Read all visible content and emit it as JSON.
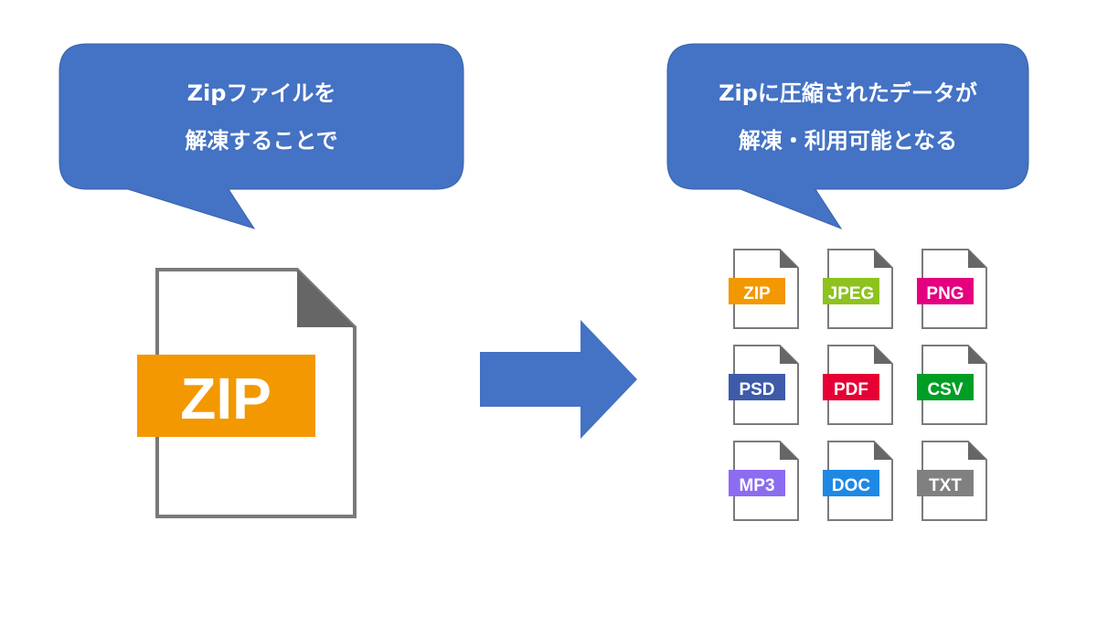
{
  "left_bubble": {
    "lines": [
      "Zipファイルを",
      "解凍することで"
    ]
  },
  "right_bubble": {
    "lines": [
      "Zipに圧縮されたデータが",
      "解凍・利用可能となる"
    ]
  },
  "big_file": {
    "label": "ZIP",
    "color": "#F39800"
  },
  "bubble_color": "#4472C4",
  "arrow_color": "#4472C4",
  "file_icons": [
    {
      "label": "ZIP",
      "color": "#F39800"
    },
    {
      "label": "JPEG",
      "color": "#8DC21F"
    },
    {
      "label": "PNG",
      "color": "#E4007F"
    },
    {
      "label": "PSD",
      "color": "#3E5BA9"
    },
    {
      "label": "PDF",
      "color": "#E60033"
    },
    {
      "label": "CSV",
      "color": "#009E25"
    },
    {
      "label": "MP3",
      "color": "#8C6CF0"
    },
    {
      "label": "DOC",
      "color": "#1E88E5"
    },
    {
      "label": "TXT",
      "color": "#808080"
    }
  ]
}
